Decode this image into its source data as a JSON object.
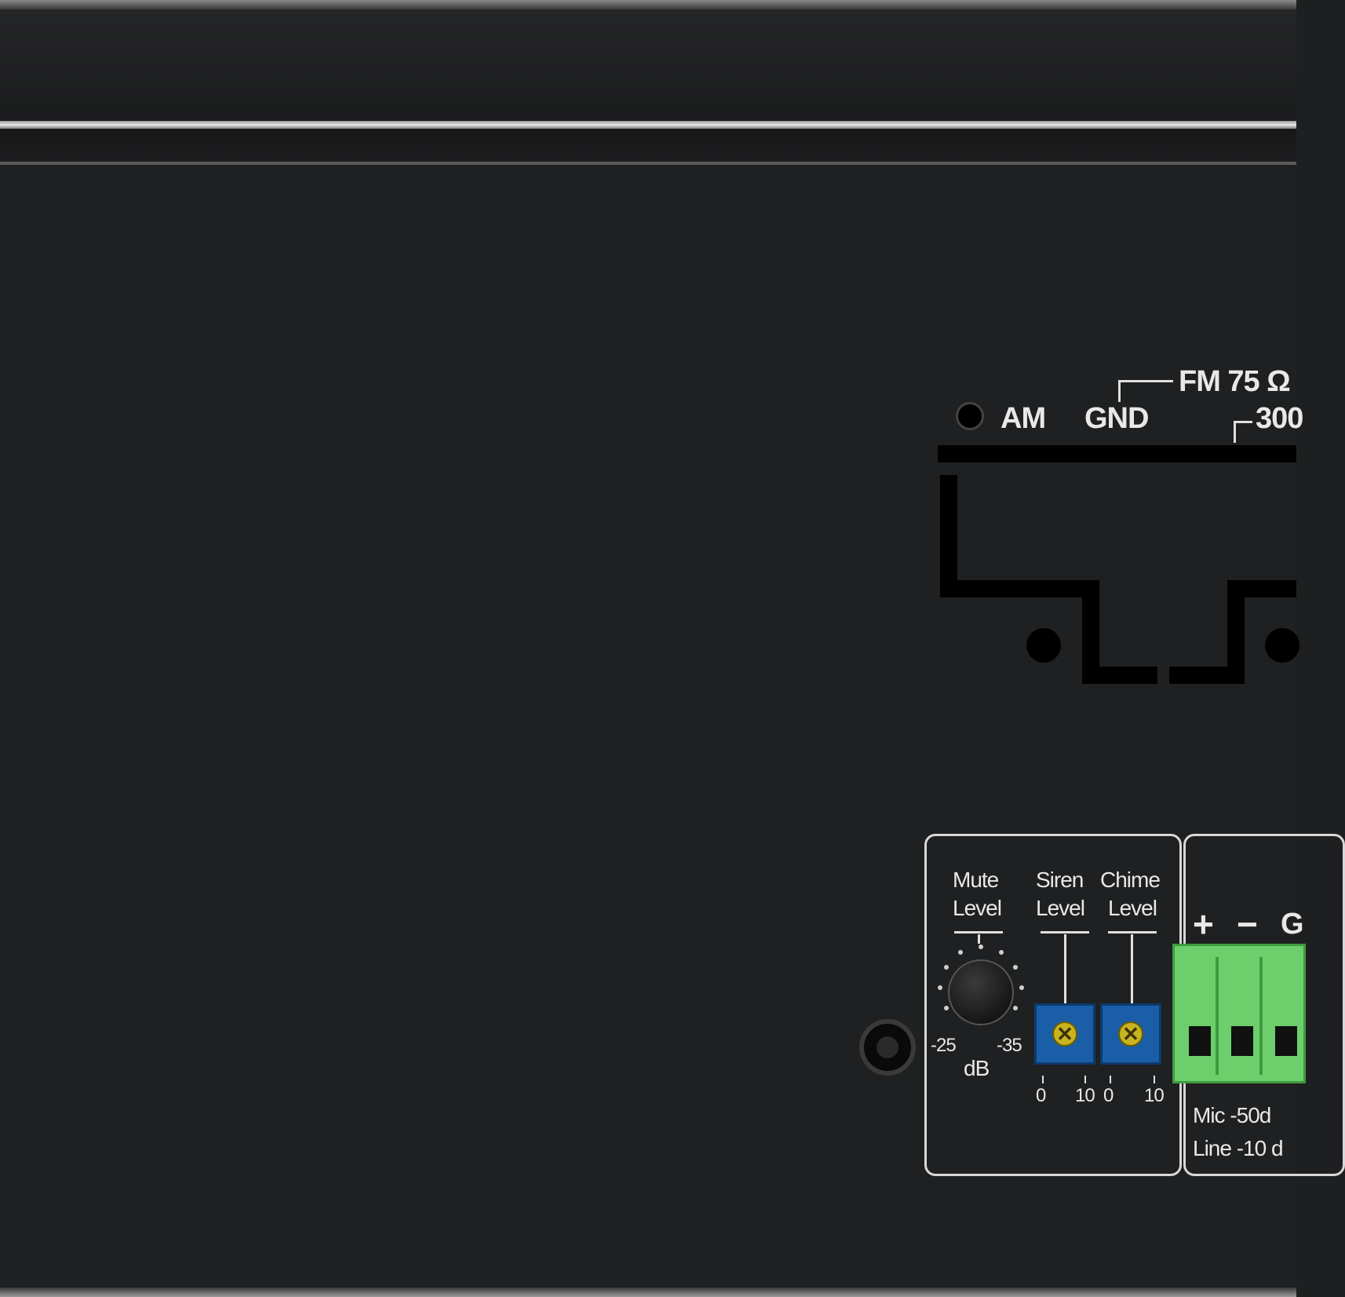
{
  "labels": {
    "am": "AM",
    "gnd": "GND",
    "fm": "FM 75 Ω",
    "fm300": "300",
    "mute": "Mute",
    "mute_level": "Level",
    "siren": "Siren",
    "siren_level": "Level",
    "chime": "Chime",
    "chime_level": "Level",
    "db_low": "-25",
    "db_high": "-35",
    "db": "dB",
    "plus": "+",
    "minus": "−",
    "g": "G",
    "siren_min": "0",
    "siren_max": "10",
    "chime_min": "0",
    "chime_max": "10",
    "mic": "Mic  -50d",
    "line": "Line  -10 d"
  },
  "colors": {
    "panel": "#1f2021",
    "trimpot": "#1a5ea8",
    "terminal": "#6ccf6c",
    "screw": "#c8b420"
  }
}
